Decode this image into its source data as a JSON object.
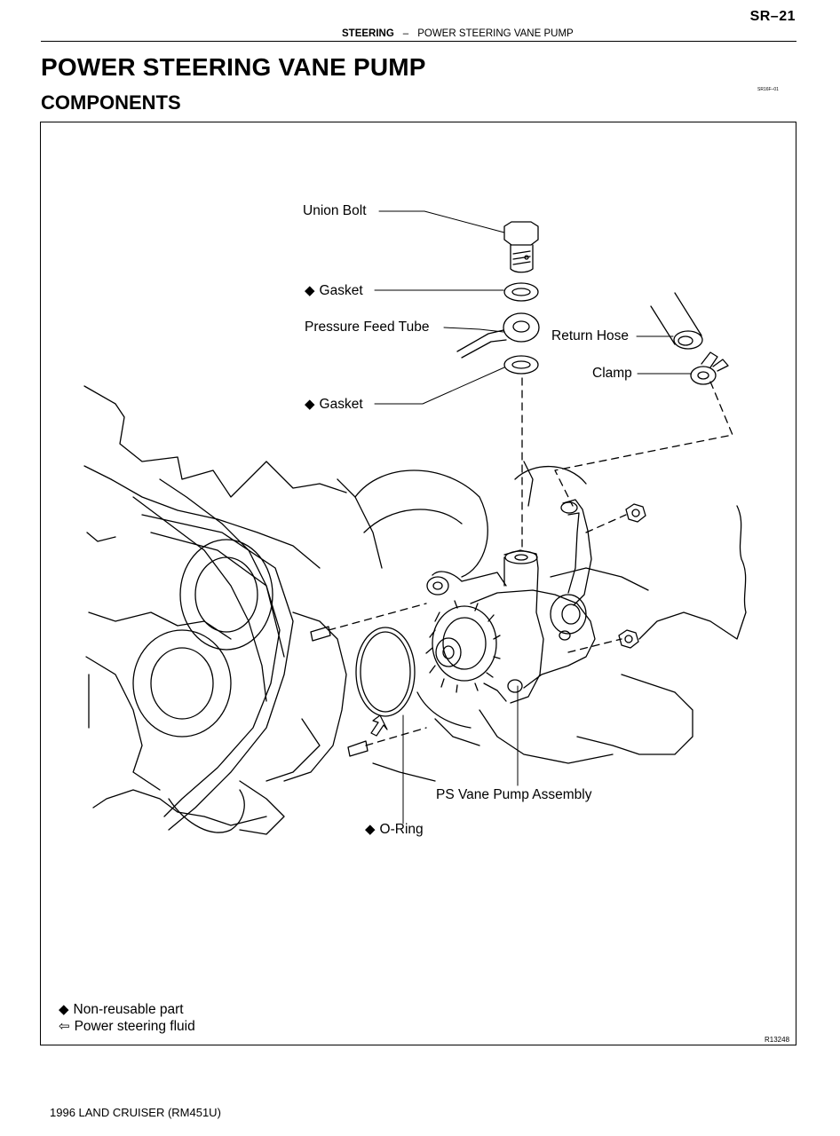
{
  "header": {
    "page_number": "SR–21",
    "section": "STEERING",
    "separator": "–",
    "subsection": "POWER STEERING VANE PUMP"
  },
  "title": "POWER STEERING VANE PUMP",
  "subtitle": "COMPONENTS",
  "figure_code": "SR16F–01",
  "figure_id": "R13248",
  "symbols": {
    "non_reusable": "◆",
    "fluid": "⇦"
  },
  "labels": {
    "union_bolt": "Union Bolt",
    "gasket_top": "Gasket",
    "pressure_feed_tube": "Pressure Feed Tube",
    "return_hose": "Return Hose",
    "clamp": "Clamp",
    "gasket_bottom": "Gasket",
    "ps_vane_pump_assembly": "PS Vane Pump Assembly",
    "o_ring": "O-Ring"
  },
  "legend": {
    "non_reusable": "Non-reusable part",
    "fluid": "Power steering fluid"
  },
  "footer": "1996 LAND CRUISER   (RM451U)"
}
